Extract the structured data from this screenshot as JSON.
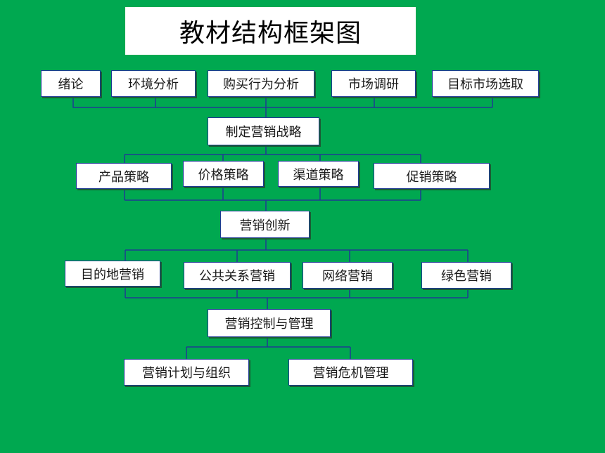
{
  "title": "教材结构框架图",
  "colors": {
    "background": "#00a850",
    "box_fill": "#ffffff",
    "box_border": "#1f3a93",
    "line": "#1f3a93"
  },
  "level1": [
    "绪论",
    "环境分析",
    "购买行为分析",
    "市场调研",
    "目标市场选取"
  ],
  "node_strategy": "制定营销战略",
  "level2": [
    "产品策略",
    "价格策略",
    "渠道策略",
    "促销策略"
  ],
  "node_innovation": "营销创新",
  "level3": [
    "目的地营销",
    "公共关系营销",
    "网络营销",
    "绿色营销"
  ],
  "node_control": "营销控制与管理",
  "level4": [
    "营销计划与组织",
    "营销危机管理"
  ]
}
